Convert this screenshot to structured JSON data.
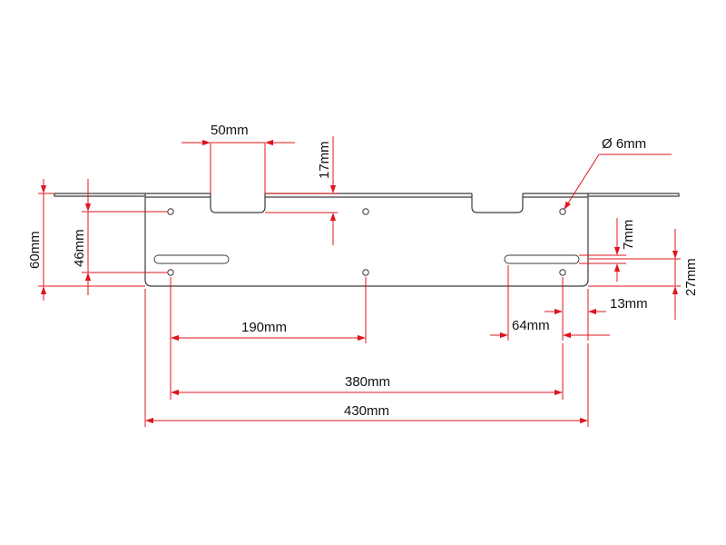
{
  "dimensions": {
    "notch_width": "50mm",
    "notch_depth": "17mm",
    "hole_diameter": "Ø 6mm",
    "height_total": "60mm",
    "height_holes": "46mm",
    "slot_offset": "7mm",
    "hole_edge_height": "27mm",
    "hole_edge_distance": "13mm",
    "slot_length": "64mm",
    "hole_spacing_half": "190mm",
    "hole_spacing_full": "380mm",
    "overall_width": "430mm"
  },
  "colors": {
    "dimension": "#e0141e",
    "outline": "#3a3a3a",
    "text": "#111111"
  }
}
